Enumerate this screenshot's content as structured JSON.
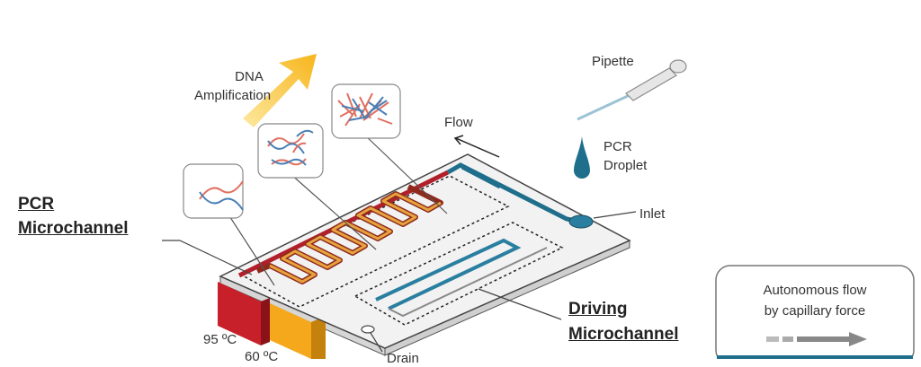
{
  "labels": {
    "dna_amplification": [
      "DNA",
      "Amplification"
    ],
    "pipette": "Pipette",
    "flow": "Flow",
    "pcr_droplet": [
      "PCR",
      "Droplet"
    ],
    "inlet": "Inlet",
    "pcr_microchannel": [
      "PCR",
      "Microchannel"
    ],
    "driving_microchannel": [
      "Driving",
      "Microchannel"
    ],
    "temp_high": "95 ºC",
    "temp_low": "60 ºC",
    "drain": "Drain"
  },
  "callout": {
    "lines": [
      "Autonomous flow",
      "by capillary force"
    ]
  },
  "colors": {
    "hot_zone": "#c8202a",
    "anneal_zone": "#f5a81c",
    "channel_blue": "#2a7fa0",
    "arrow_yellow": "#f7b51b"
  }
}
